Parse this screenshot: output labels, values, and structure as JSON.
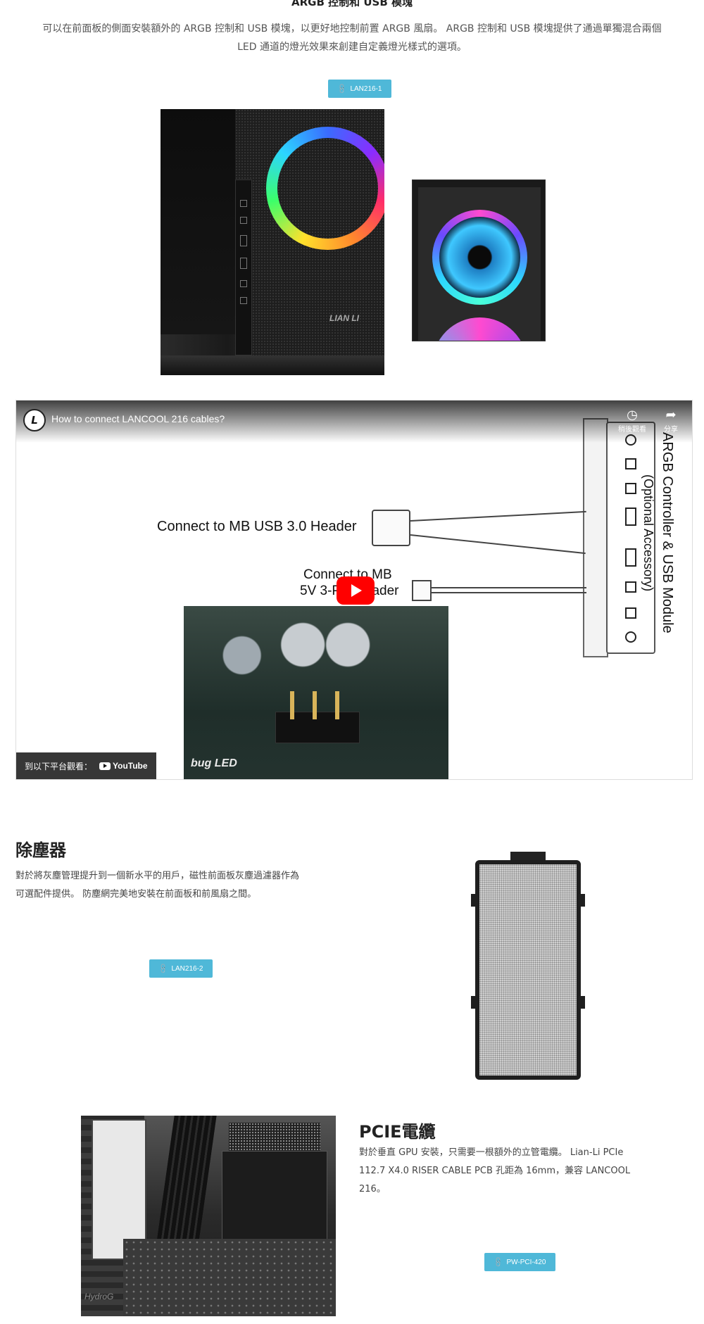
{
  "argb": {
    "title": "ARGB 控制和 USB 模塊",
    "desc_line1": "可以在前面板的側面安裝額外的 ARGB 控制和 USB 模塊，以更好地控制前置 ARGB 風扇。 ARGB 控制和 USB 模塊提供了通過單獨混合兩個",
    "desc_line2": "LED 通道的燈光效果來創建自定義燈光樣式的選項。",
    "tag": "LAN216-1",
    "case_logo": "LIAN LI"
  },
  "video": {
    "channel_initial": "L",
    "title": "How to connect LANCOOL 216 cables?",
    "watch_later": "稍後觀看",
    "share": "分享",
    "label_usb": "Connect to MB USB 3.0 Header",
    "label_5v_line1": "Connect to MB",
    "label_5v_line2": "5V 3-Pin Header",
    "module_line1": "ARGB Controller & USB Module",
    "module_line2": "(Optional Accessory)",
    "mb_label": "bug LED",
    "watch_on": "到以下平台觀看：",
    "youtube": "YouTube"
  },
  "dust": {
    "title": "除塵器",
    "desc_line1": "對於將灰塵管理提升到一個新水平的用戶，磁性前面板灰塵過濾器作為",
    "desc_line2": "可選配件提供。 防塵網完美地安裝在前面板和前風扇之間。",
    "tag": "LAN216-2"
  },
  "pcie": {
    "title": "PCIE電纜",
    "desc_line1": "對於垂直 GPU 安裝，只需要一根額外的立管電纜。 Lian-Li PCIe",
    "desc_line2": "112.7 X4.0 RISER CABLE PCB 孔距為 16mm，兼容 LANCOOL",
    "desc_line3": "216。",
    "tag": "PW-PCI-420",
    "photo_label": "HydroG"
  },
  "colors": {
    "tag_bg": "#4fb8d8",
    "yt_red": "#ff0000"
  }
}
